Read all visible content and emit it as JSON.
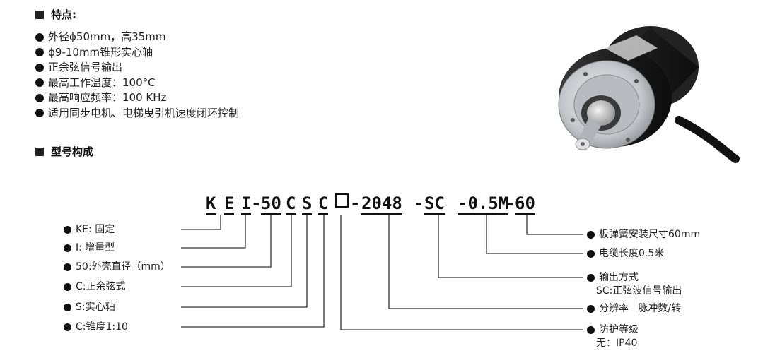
{
  "features": {
    "heading": "特点:",
    "items": [
      "外径ϕ50mm，高35mm",
      "ϕ9-10mm锥形实心轴",
      "正余弦信号输出",
      "最高工作温度：100°C",
      "最高响应频率：100 KHz",
      "适用同步电机、电梯曳引机速度闭环控制"
    ]
  },
  "model": {
    "heading": "型号构成",
    "parts": {
      "k": "K",
      "e": "E",
      "i": "I",
      "dash1": "-",
      "d50": "50",
      "c1": "C",
      "s": "S",
      "c2": "C",
      "dash2": "-",
      "p2048": "2048",
      "dash3": "-",
      "sc": "SC",
      "m05": "-0.5M",
      "dash4": "-",
      "d60": "60"
    },
    "left_labels": [
      "KE: 固定",
      "I: 增量型",
      "50:外壳直径（mm）",
      "C:正余弦式",
      "S:实心轴",
      "C:锥度1:10"
    ],
    "right_labels": {
      "spring": "板弹簧安装尺寸60mm",
      "cable": "电缆长度0.5米",
      "output_title": "输出方式",
      "output_value": "SC:正弦波信号输出",
      "resolution": "分辨率   脉冲数/转",
      "protection_title": "防护等级",
      "protection_value": "无：IP40"
    }
  },
  "colors": {
    "text": "#222222",
    "encoder_body": "#1a1a1a",
    "flange": "#c8ccd0"
  }
}
